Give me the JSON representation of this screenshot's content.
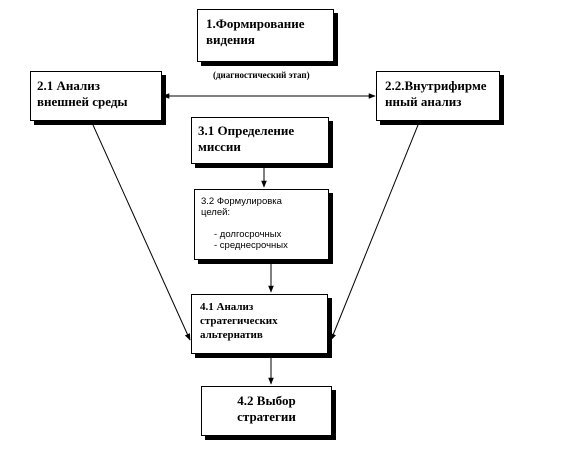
{
  "boxes": {
    "formation": {
      "lines": [
        "1.Формирование",
        "видения"
      ]
    },
    "external": {
      "lines": [
        "2.1 Анализ",
        "внешней среды"
      ]
    },
    "internal": {
      "lines": [
        "2.2.Внутрифирме",
        "нный  анализ"
      ]
    },
    "mission": {
      "lines": [
        "3.1 Определение",
        "миссии"
      ]
    },
    "goals": {
      "heading_lines": [
        "3.2 Формулировка",
        "целей:"
      ],
      "items": [
        "-  долгосрочных",
        "-  среднесрочных"
      ]
    },
    "alternatives": {
      "lines": [
        "4.1 Анализ",
        "стратегических",
        "альтернатив"
      ]
    },
    "choice": {
      "lines": [
        "4.2 Выбор",
        "стратегии"
      ]
    }
  },
  "stage_label": "(диагностический этап)"
}
